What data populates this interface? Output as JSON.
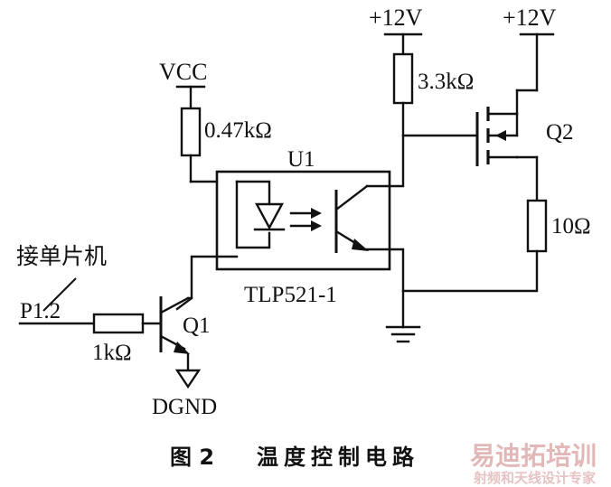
{
  "labels": {
    "vcc": "VCC",
    "r_vcc": "0.47kΩ",
    "plus12_left": "+12V",
    "plus12_right": "+12V",
    "r_pullup": "3.3kΩ",
    "q2": "Q2",
    "u1": "U1",
    "r_gate": "10Ω",
    "opto_part": "TLP521-1",
    "mcu_note": "接单片机",
    "p12": "P1.2",
    "r_base": "1kΩ",
    "q1": "Q1",
    "dgnd": "DGND"
  },
  "caption": {
    "figure": "图 2",
    "title": "温度控制电路"
  },
  "watermark": {
    "line1": "易迪拓培训",
    "line2": "射频和天线设计专家",
    "color": "#d9a0a0"
  }
}
